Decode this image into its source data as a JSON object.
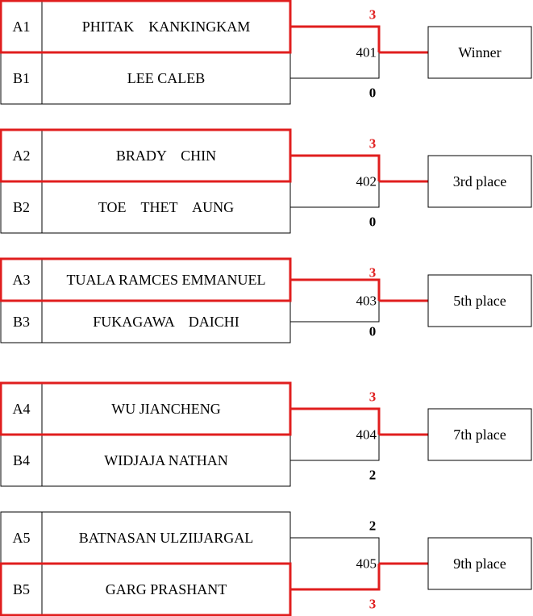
{
  "colors": {
    "winner": "#e01e1e",
    "line": "#000000",
    "background": "#ffffff"
  },
  "matches": [
    {
      "match_no": "401",
      "a": {
        "seed": "A1",
        "name": "PHITAK　KANKINGKAM",
        "score": "3",
        "winner": true
      },
      "b": {
        "seed": "B1",
        "name": "LEE CALEB",
        "score": "0",
        "winner": false
      },
      "result": "Winner"
    },
    {
      "match_no": "402",
      "a": {
        "seed": "A2",
        "name": "BRADY　CHIN",
        "score": "3",
        "winner": true
      },
      "b": {
        "seed": "B2",
        "name": "TOE　THET　AUNG",
        "score": "0",
        "winner": false
      },
      "result": "3rd place"
    },
    {
      "match_no": "403",
      "a": {
        "seed": "A3",
        "name": "TUALA RAMCES EMMANUEL",
        "score": "3",
        "winner": true
      },
      "b": {
        "seed": "B3",
        "name": "FUKAGAWA　DAICHI",
        "score": "0",
        "winner": false
      },
      "result": "5th place"
    },
    {
      "match_no": "404",
      "a": {
        "seed": "A4",
        "name": "WU JIANCHENG",
        "score": "3",
        "winner": true
      },
      "b": {
        "seed": "B4",
        "name": "WIDJAJA NATHAN",
        "score": "2",
        "winner": false
      },
      "result": "7th place"
    },
    {
      "match_no": "405",
      "a": {
        "seed": "A5",
        "name": "BATNASAN ULZIIJARGAL",
        "score": "2",
        "winner": false
      },
      "b": {
        "seed": "B5",
        "name": "GARG PRASHANT",
        "score": "3",
        "winner": true
      },
      "result": "9th place"
    }
  ]
}
